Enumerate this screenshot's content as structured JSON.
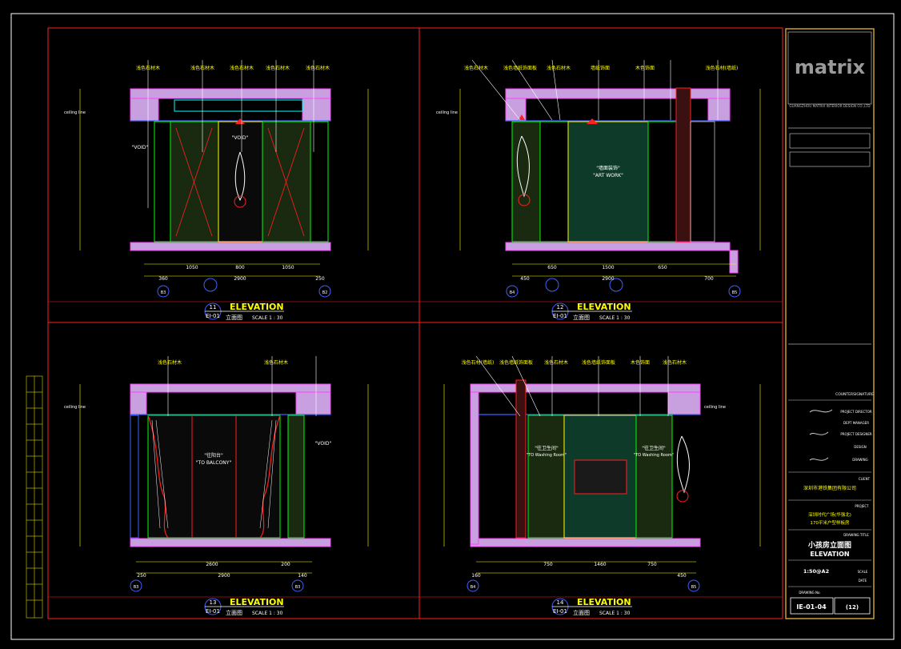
{
  "title_block": {
    "logo": "matrix",
    "company": "GUANGZHOU MATRIX INTERIOR DESIGN CO.,LTD",
    "signature_label": "COUNTERSIGNATURE",
    "roles": [
      "PROJECT DIRECTOR",
      "DEPT MANAGER",
      "PROJECT DESIGNER",
      "DESIGN",
      "DRAWING"
    ],
    "client_label": "CLIENT",
    "client_name": "深圳市港铁集团有限公司",
    "project_label": "PROJECT",
    "project_line1": "深圳时代广场(华强北)",
    "project_line2": "170平米户型样板房",
    "drawing_title_label": "DRAWING TITLE",
    "drawing_title_cn": "小孩房立面图",
    "drawing_title_en": "ELEVATION",
    "scale_value": "1:50@A2",
    "scale_label": "SCALE",
    "date_label": "DATE",
    "drawing_no_label": "DRAWING No.",
    "drawing_no": "IE-01-04",
    "sheet_no": "(12)"
  },
  "views": [
    {
      "number": "11",
      "sheet": "EI-01",
      "label": "ELEVATION",
      "cn": "立面图",
      "scale": "SCALE 1 : 30",
      "dims_bottom": [
        "1050",
        "800",
        "1050"
      ],
      "total": "2900",
      "side_left": "360",
      "side_right": "250",
      "markers": [
        "B3",
        "B2"
      ],
      "notes": [
        "\"VOID\"",
        "\"VOID\""
      ],
      "callouts": [
        "浅色石材木",
        "浅色石材木",
        "浅色石材木",
        "浅色石材木",
        "浅色石材木"
      ]
    },
    {
      "number": "12",
      "sheet": "EI-01",
      "label": "ELEVATION",
      "cn": "立面图",
      "scale": "SCALE 1 : 30",
      "dims_bottom": [
        "650",
        "1500",
        "650"
      ],
      "total": "2900",
      "side_left": "450",
      "side_right": "700",
      "markers": [
        "B4",
        "B5"
      ],
      "notes": [
        "\"墙面装饰\"",
        "\"ART WORK\""
      ],
      "callouts": [
        "浅色石材木",
        "浅色墙纸饰面板",
        "浅色石材木",
        "墙纸饰面",
        "木色饰面",
        "浅色石材(墙纸)"
      ]
    },
    {
      "number": "13",
      "sheet": "EI-01",
      "label": "ELEVATION",
      "cn": "立面图",
      "scale": "SCALE 1 : 30",
      "dims_bottom": [
        "2600",
        "200"
      ],
      "total": "2900",
      "side_left": "250",
      "side_right": "140",
      "markers": [
        "B3",
        "B3"
      ],
      "notes": [
        "\"往阳台\"",
        "\"TO BALCONY\"",
        "\"VOID\""
      ],
      "callouts": [
        "浅色石材木",
        "浅色石材木"
      ]
    },
    {
      "number": "14",
      "sheet": "EI-01",
      "label": "ELEVATION",
      "cn": "立面图",
      "scale": "SCALE 1 : 30",
      "dims_bottom": [
        "750",
        "1460",
        "750"
      ],
      "total": "",
      "side_left": "160",
      "side_right": "450",
      "markers": [
        "B4",
        "B5"
      ],
      "notes": [
        "\"往卫生间\"",
        "\"TO Washing Room\"",
        "\"往卫生间\"",
        "\"TO Washing Room\""
      ],
      "callouts": [
        "浅色石材(墙纸)",
        "浅色墙纸饰面板",
        "浅色石材木",
        "浅色墙纸饰面板",
        "木色饰面",
        "浅色石材木"
      ]
    }
  ],
  "level_labels": [
    "ceiling line",
    "ceiling line",
    "ceiling line",
    "ceiling line"
  ],
  "colors": {
    "frame": "#ffffff",
    "red": "#ff2020",
    "cyan": "#00ffff",
    "yellow": "#ffff00",
    "green": "#00ff00",
    "magenta": "#ff40ff",
    "blue": "#4060ff"
  }
}
